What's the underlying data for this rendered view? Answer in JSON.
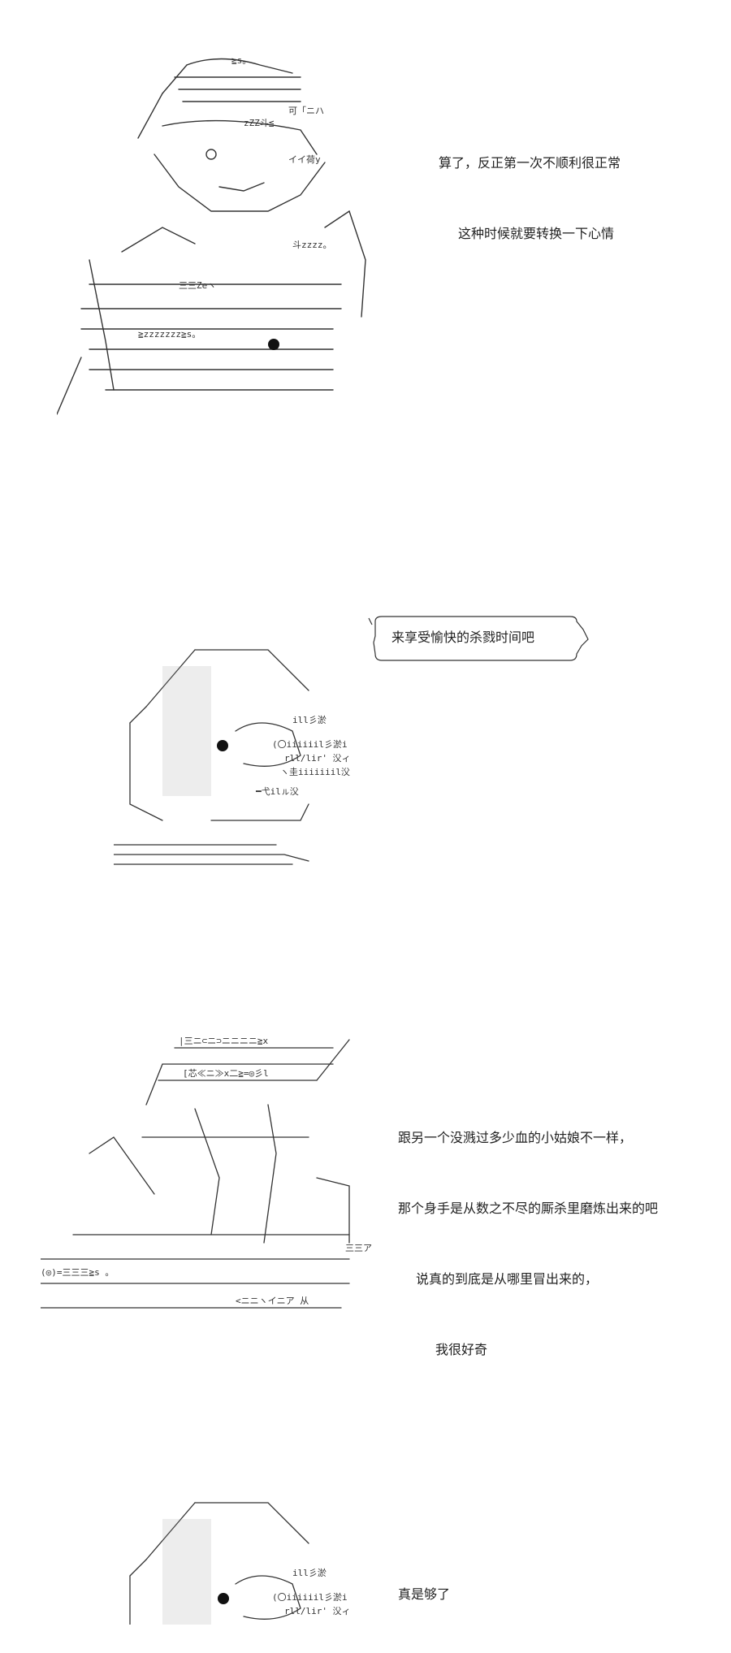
{
  "panels": [
    {
      "caption": [
        "算了，反正第一次不顺利很正常",
        "这种时候就要转换一下心情"
      ]
    },
    {
      "bubble": "来享受愉快的杀戮时间吧"
    },
    {
      "caption": [
        "跟另一个没溅过多少血的小姑娘不一样，",
        "那个身手是从数之不尽的厮杀里磨炼出来的吧",
        "说真的到底是从哪里冒出来的，",
        "我很好奇"
      ]
    },
    {
      "caption": [
        "真是够了"
      ]
    }
  ],
  "art_labels": {
    "p1_hat": "≧s。",
    "p1_sign": "可「ニハ",
    "p1_zzz": "zZZ斗≦",
    "p1_kana": "イイ荷y",
    "p1_zzzz": "斗zzzz。",
    "p1_z1": "三三Zeヽ",
    "p1_z2": "≧zzzzzzz≧s。",
    "p2_a": "ill彡淤",
    "p2_b": "(〇iiiiiil彡淤i",
    "p2_c": "rll/lir' 㳇ィ",
    "p2_d": "ヽ圭iiiiiiil㳇",
    "p2_e": "━弋ilㇽ㳇",
    "p3_a": "|三ニ⊂ニ⊃ニニニニ≧x",
    "p3_b": "[芯≪ニ≫x二≧=◎彡l",
    "p3_c": "三三ア",
    "p3_d": "(◎)=三三三≧s 。",
    "p3_e": "<ニニヽイニア 从",
    "p4_a": "ill彡淤",
    "p4_b": "(〇iiiiiil彡淤i",
    "p4_c": "rll/lir' 㳇ィ"
  }
}
